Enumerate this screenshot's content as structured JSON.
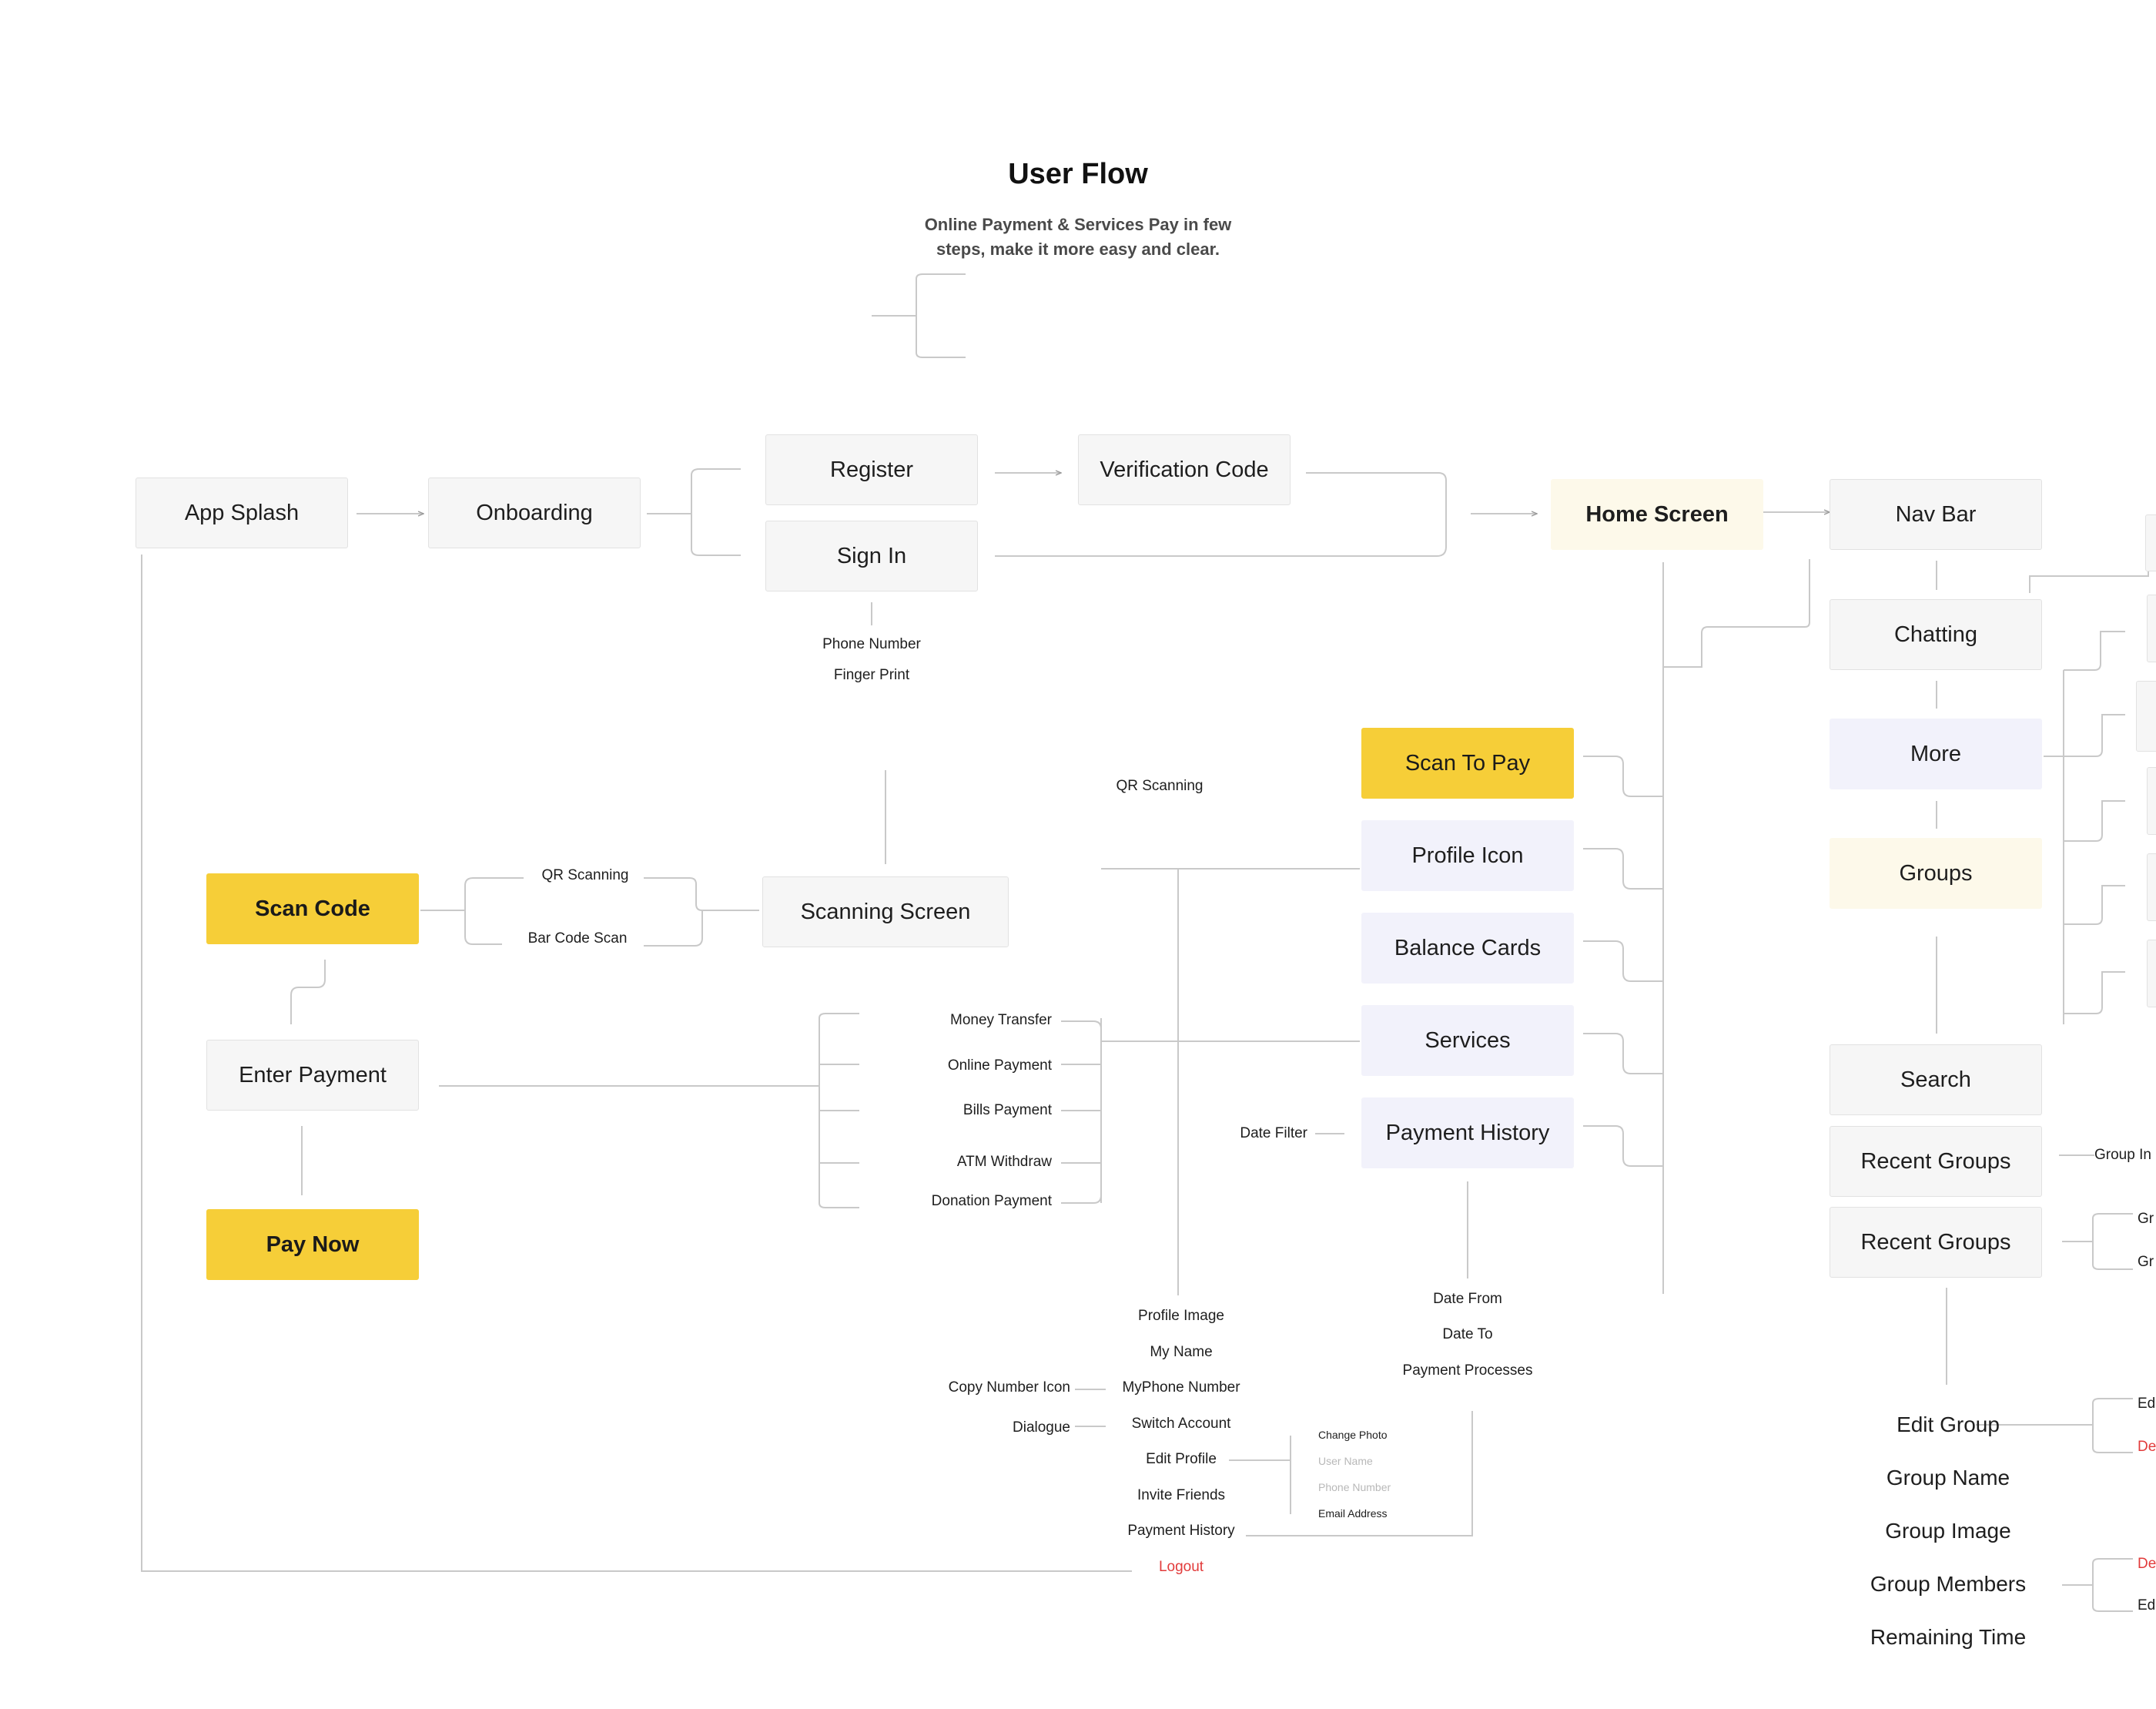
{
  "header": {
    "title": "User Flow",
    "subtitle_line1": "Online Payment & Services Pay in few",
    "subtitle_line2": "steps, make it more easy and clear."
  },
  "nodes": {
    "app_splash": "App Splash",
    "onboarding": "Onboarding",
    "register": "Register",
    "sign_in": "Sign In",
    "verification_code": "Verification Code",
    "home_screen": "Home Screen",
    "nav_bar": "Nav Bar",
    "chatting": "Chatting",
    "more": "More",
    "groups": "Groups",
    "search": "Search",
    "recent_groups_1": "Recent Groups",
    "recent_groups_2": "Recent Groups",
    "scan_to_pay": "Scan To Pay",
    "profile_icon": "Profile Icon",
    "balance_cards": "Balance Cards",
    "services": "Services",
    "payment_history": "Payment History",
    "scan_code": "Scan Code",
    "scanning_screen": "Scanning Screen",
    "enter_payment": "Enter Payment",
    "pay_now": "Pay Now"
  },
  "sign_in_options": [
    "Phone Number",
    "Finger Print"
  ],
  "scan_labels": {
    "qr_scanning_top": "QR Scanning",
    "qr_scanning": "QR Scanning",
    "bar_code_scan": "Bar Code Scan"
  },
  "services_list": [
    "Money Transfer",
    "Online Payment",
    "Bills Payment",
    "ATM Withdraw",
    "Donation Payment"
  ],
  "date_filter": "Date Filter",
  "history_filters": [
    "Date From",
    "Date To",
    "Payment Processes"
  ],
  "profile_menu": {
    "items": [
      "Profile Image",
      "My Name",
      "MyPhone Number",
      "Switch Account",
      "Edit Profile",
      "Invite Friends",
      "Payment History"
    ],
    "logout": "Logout",
    "copy_number_icon": "Copy Number Icon",
    "dialogue": "Dialogue"
  },
  "edit_profile_options": {
    "change_photo": "Change Photo",
    "user_name": "User Name",
    "phone_number": "Phone Number",
    "email_address": "Email Address"
  },
  "group_edit": {
    "edit_group": "Edit Group",
    "group_name": "Group Name",
    "group_image": "Group Image",
    "group_members": "Group Members",
    "remaining_time": "Remaining  Time"
  },
  "cut_off_labels": {
    "group_in": "Group In",
    "gr_1": "Gr",
    "gr_2": "Gr",
    "ed_1": "Ed",
    "de_1": "De",
    "de_2": "De",
    "ed_2": "Ed"
  },
  "colors": {
    "accent_yellow": "#f6ce38",
    "cream": "#fdf9ea",
    "lavender": "#f2f2fb",
    "gray_box": "#f6f6f6",
    "line": "#c9c9c9",
    "logout_red": "#e23b3b"
  }
}
